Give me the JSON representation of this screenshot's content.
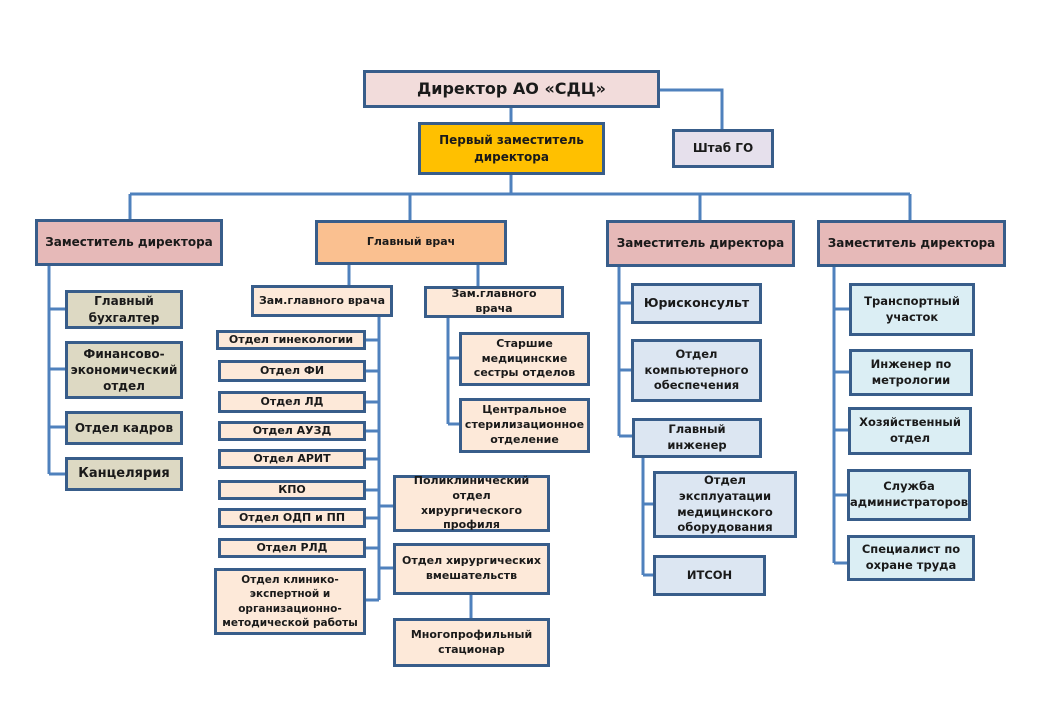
{
  "chart": {
    "director": "Директор АО «СДЦ»",
    "first_deputy": "Первый заместитель директора",
    "shtab": "Штаб ГО",
    "branches": [
      {
        "title": "Заместитель директора",
        "units": [
          "Главный бухгалтер",
          "Финансово-экономический отдел",
          "Отдел кадров",
          "Канцелярия"
        ]
      },
      {
        "title": "Главный врач",
        "sub_left": {
          "title": "Зам.главного врача",
          "units": [
            "Отдел гинекологии",
            "Отдел ФИ",
            "Отдел ЛД",
            "Отдел АУЗД",
            "Отдел АРИТ",
            "КПО",
            "Отдел ОДП и ПП",
            "Отдел РЛД",
            "Отдел клинико-экспертной и организационно-методической работы"
          ],
          "right_units": [
            "Поликлинический отдел хирургического профиля",
            "Отдел хирургических вмешательств"
          ],
          "sub_unit": "Многопрофильный стационар"
        },
        "sub_right": {
          "title": "Зам.главного врача",
          "units": [
            "Старшие медицинские сестры отделов",
            "Центральное стерилизационное отделение"
          ]
        }
      },
      {
        "title": "Заместитель директора",
        "units": [
          "Юрисконсульт",
          "Отдел компьютерного обеспечения",
          "Главный инженер"
        ],
        "engineer_units": [
          "Отдел эксплуатации медицинского оборудования",
          "ИТСОН"
        ]
      },
      {
        "title": "Заместитель директора",
        "units": [
          "Транспортный участок",
          "Инженер по метрологии",
          "Хозяйственный отдел",
          "Служба администраторов",
          "Специалист по охране труда"
        ]
      }
    ]
  },
  "colors": {
    "connector": "#4f81bd",
    "border": "#385d8a",
    "director": "#f2dcdb",
    "first_deputy": "#ffc000",
    "shtab": "#e6e0ec",
    "deputy": "#e6b9b8",
    "chief_doctor": "#fac090",
    "medical_unit": "#fde9d9",
    "finance_unit": "#ddd9c3",
    "tech_unit": "#dce6f2",
    "service_unit": "#dbeef4"
  }
}
